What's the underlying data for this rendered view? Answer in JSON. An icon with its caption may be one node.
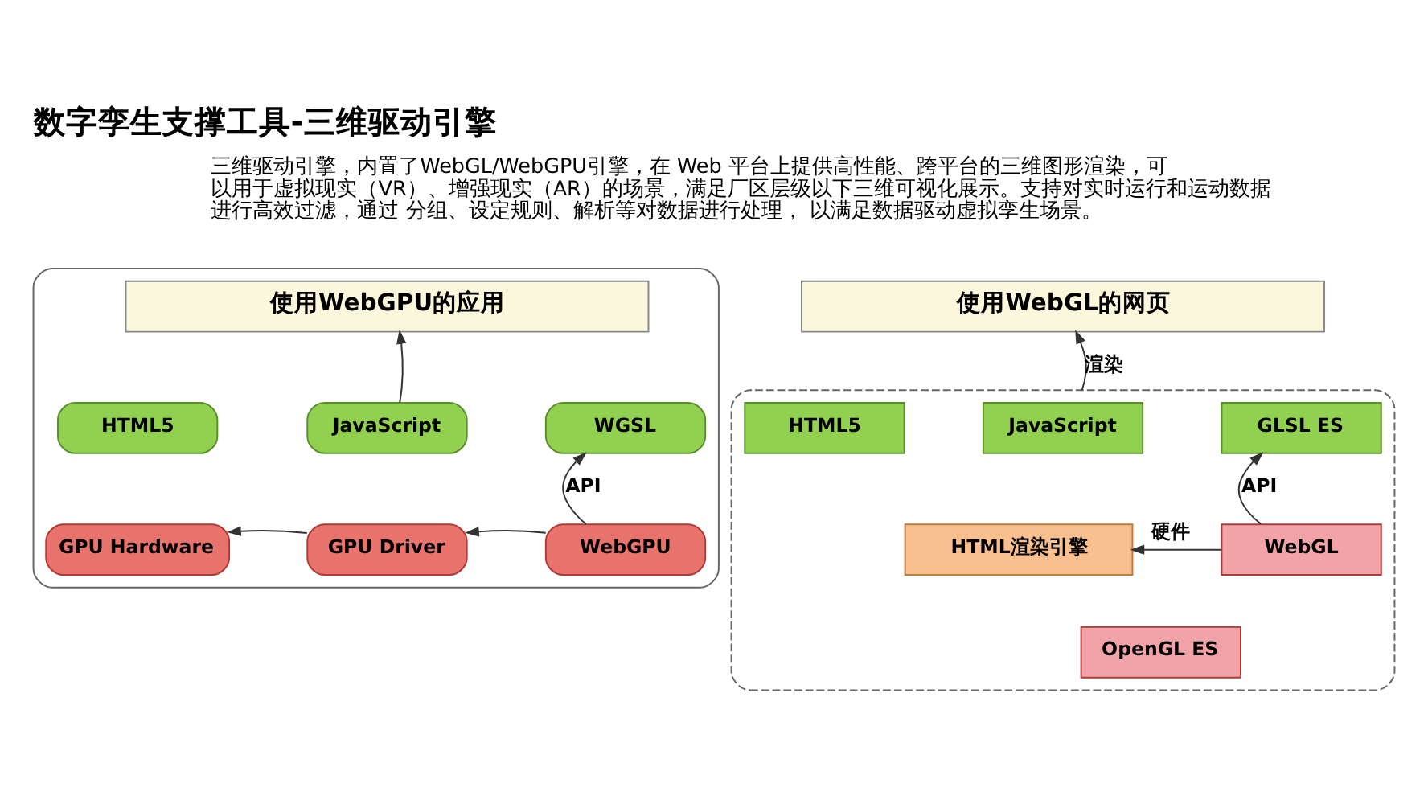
{
  "diagram": {
    "title": "数字孪生支撑工具-三维驱动引擎",
    "nodes": [
      {
        "text": [],
        "shape": "box"
      },
      {
        "text": [
          "使用WebGPU的应用"
        ],
        "in": 0
      },
      {
        "text": [
          "HTML5"
        ],
        "in": 0
      },
      {
        "text": [
          "JavaScript"
        ],
        "in": 0
      },
      {
        "text": [
          "WGSL"
        ],
        "in": 0
      },
      {
        "text": [
          "GPU Hardware"
        ],
        "in": 0
      },
      {
        "text": [
          "GPU Driver"
        ],
        "in": 0
      },
      {
        "text": [
          "WebGPU"
        ],
        "in": 0
      },
      {
        "text": [
          "使用WebGL的网页"
        ]
      },
      {
        "text": [],
        "shape": "box"
      },
      {
        "text": [
          "HTML5"
        ],
        "in": 9
      },
      {
        "text": [
          "JavaScript"
        ],
        "in": 9
      },
      {
        "text": [
          "GLSL ES"
        ],
        "in": 9
      },
      {
        "text": [
          "HTML渲染引擎"
        ],
        "in": 9
      },
      {
        "text": [
          "WebGL"
        ],
        "in": 9
      },
      {
        "text": [
          "OpenGL ES"
        ],
        "in": 9
      }
    ],
    "edges": [
      {
        "from": 3,
        "to": 1,
        "arrow": "to"
      },
      {
        "from": 7,
        "to": 4,
        "arrow": "to",
        "label": "API"
      },
      {
        "from": 7,
        "to": 6,
        "arrow": "to"
      },
      {
        "from": 6,
        "to": 5,
        "arrow": "to"
      },
      {
        "from": 9,
        "to": 8,
        "arrow": "to",
        "label": "渲染"
      },
      {
        "from": 14,
        "to": 12,
        "arrow": "to",
        "label": "API"
      },
      {
        "from": 14,
        "to": 13,
        "arrow": "to",
        "label": "硬件"
      }
    ],
    "labels": [
      "三维驱动引擎，内置了WebGL/WebGPU引擎，在 Web 平台上提供高性能、跨平台的三维图形渲染，可以用于虚拟现实（VR）、增强现实（AR）的场景，满足厂区层级以下三维可视化展示。支持对实时运行和运动数据进行高效过滤，通过 分组、设定规则、解析等对数据进行处理， 以满足数据驱动虚拟孪生场景。"
    ]
  }
}
